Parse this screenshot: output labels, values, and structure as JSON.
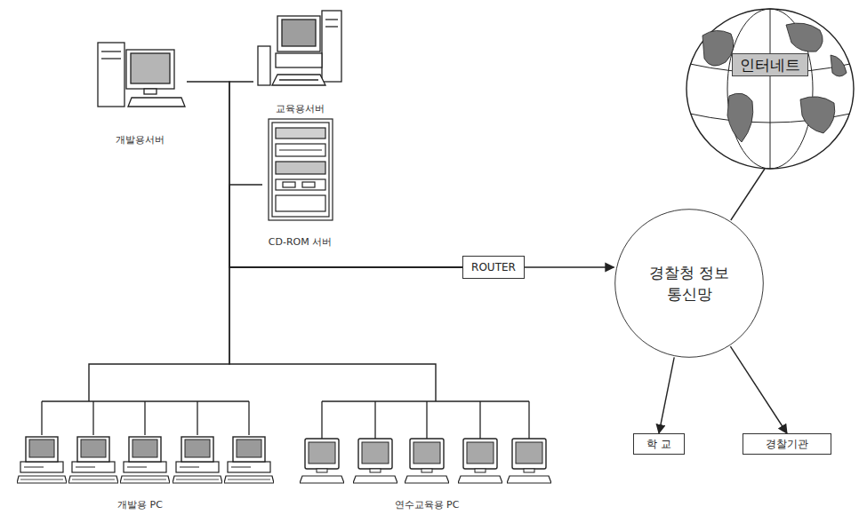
{
  "diagram": {
    "nodes": [
      {
        "text": [
          "개발용서버"
        ]
      },
      {
        "text": [
          "교육용서버"
        ]
      },
      {
        "text": [
          "CD-ROM 서버"
        ]
      },
      {
        "text": [
          "ROUTER"
        ]
      },
      {
        "text": [
          "인터네트"
        ]
      },
      {
        "text": [
          "경찰청 정보통신망"
        ]
      },
      {
        "text": [
          "학 교"
        ]
      },
      {
        "text": [
          "경찰기관"
        ]
      },
      {
        "text": [
          "개발용 PC"
        ]
      },
      {
        "text": [
          "연수교육용 PC"
        ]
      }
    ],
    "edges": [
      {
        "from": 3,
        "to": 0,
        "arrow": "none"
      },
      {
        "from": 3,
        "to": 1,
        "arrow": "none"
      },
      {
        "from": 3,
        "to": 2,
        "arrow": "none"
      },
      {
        "from": 3,
        "to": 8,
        "arrow": "none"
      },
      {
        "from": 3,
        "to": 9,
        "arrow": "none"
      },
      {
        "from": 3,
        "to": 5,
        "arrow": "to"
      },
      {
        "from": 4,
        "to": 5,
        "arrow": "none"
      },
      {
        "from": 5,
        "to": 6,
        "arrow": "to"
      },
      {
        "from": 5,
        "to": 7,
        "arrow": "to"
      }
    ]
  }
}
